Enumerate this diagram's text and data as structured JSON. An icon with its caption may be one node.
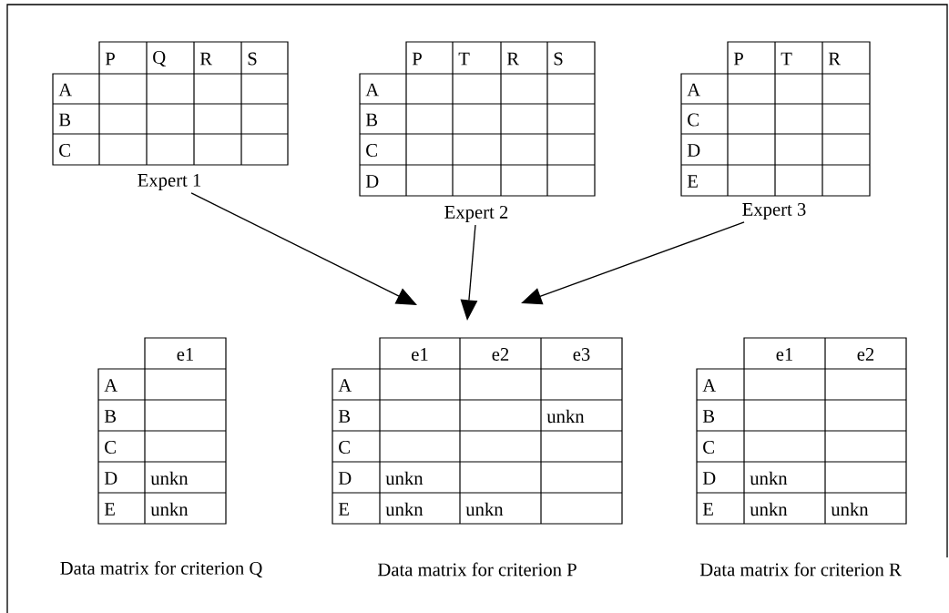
{
  "diagram": {
    "nodes": [
      {
        "text": [
          "Expert 1"
        ]
      },
      {
        "text": [
          "Expert 2"
        ]
      },
      {
        "text": [
          "Expert 3"
        ]
      }
    ],
    "edges": [
      {
        "from": 0,
        "to": null,
        "arrow": "to"
      },
      {
        "from": 1,
        "to": null,
        "arrow": "to"
      },
      {
        "from": 2,
        "to": null,
        "arrow": "to"
      }
    ],
    "labels": [
      "P",
      "Q",
      "R",
      "S",
      "A",
      "B",
      "C",
      "P",
      "T",
      "R",
      "S",
      "A",
      "B",
      "C",
      "D",
      "P",
      "T",
      "R",
      "A",
      "C",
      "D",
      "E",
      "e1",
      "A",
      "B",
      "C",
      "D",
      "unkn",
      "E",
      "unkn",
      "e1",
      "e2",
      "e3",
      "A",
      "B",
      "unkn",
      "C",
      "D",
      "unkn",
      "E",
      "unkn",
      "unkn",
      "e1",
      "e2",
      "A",
      "B",
      "C",
      "D",
      "unkn",
      "E",
      "unkn",
      "unkn",
      "Data matrix for criterion Q",
      "Data matrix for criterion P",
      "Data matrix for criterion R"
    ]
  }
}
